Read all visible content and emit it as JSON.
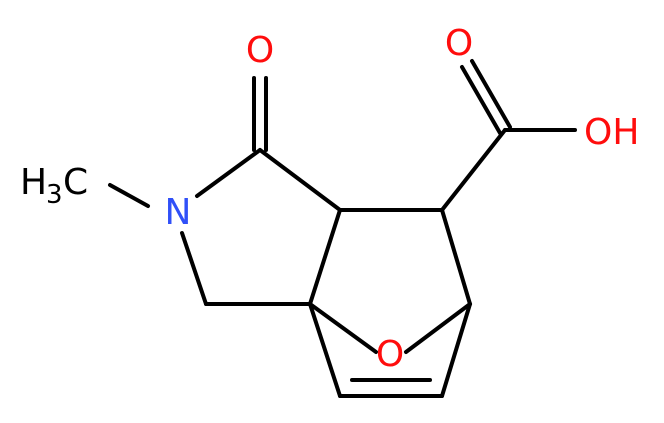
{
  "atoms": {
    "ketone_o": "O",
    "acid_o_double": "O",
    "hydroxyl": "OH",
    "nitrogen": "N",
    "bridge_o": "O",
    "methyl_h": "H",
    "methyl_sub": "3",
    "methyl_c": "C"
  },
  "colors": {
    "carbon_bond": "#000000",
    "oxygen": "#ff0d0d",
    "nitrogen": "#3050f8"
  }
}
